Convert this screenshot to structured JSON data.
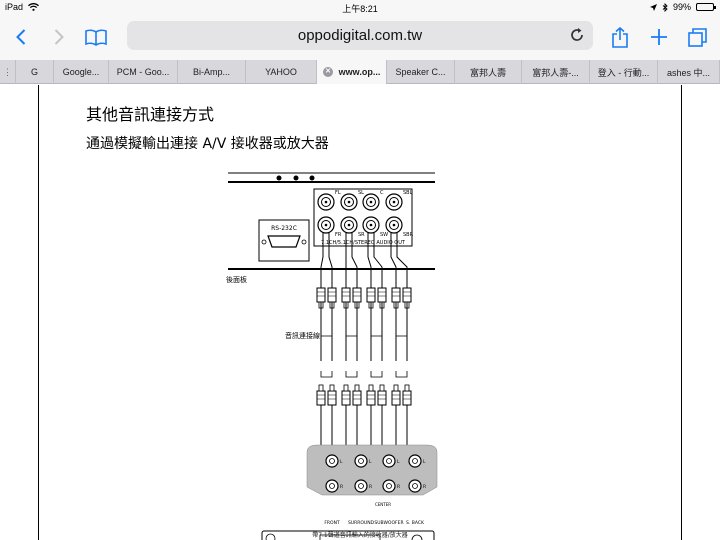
{
  "status_bar": {
    "device": "iPad",
    "time": "上午8:21",
    "battery": "99%",
    "battery_level": 0.99
  },
  "toolbar": {
    "url": "oppodigital.com.tw"
  },
  "tabs": [
    {
      "label": "G"
    },
    {
      "label": "Google..."
    },
    {
      "label": "PCM - Goo..."
    },
    {
      "label": "Bi-Amp..."
    },
    {
      "label": "YAHOO"
    },
    {
      "label": "www.op...",
      "active": true
    },
    {
      "label": "Speaker C..."
    },
    {
      "label": "富邦人壽"
    },
    {
      "label": "富邦人壽-..."
    },
    {
      "label": "登入 - 行動..."
    },
    {
      "label": "ashes 中..."
    }
  ],
  "page": {
    "heading": "其他音訊連接方式",
    "subheading": "通過模擬輸出連接 A/V 接收器或放大器"
  },
  "diagram": {
    "player_jacks_top": [
      "FL",
      "SL",
      "C",
      "SBL"
    ],
    "player_jacks_bottom": [
      "FR",
      "SR",
      "SW",
      "SBR"
    ],
    "rs232": "RS-232C",
    "panel_caption": "7.1CH/5.1CH/STEREO AUDIO OUT",
    "rear_panel_label": "後面板",
    "cable_label": "音訊連接線",
    "receiver_left_marks": [
      "L",
      "R"
    ],
    "receiver_center_label": "CENTER",
    "receiver_sections": [
      "FRONT",
      "SURROUND",
      "SUBWOOFER",
      "S. BACK"
    ],
    "figure_caption": "帶7.1聲道音訊輸入的接收器/放大器"
  }
}
